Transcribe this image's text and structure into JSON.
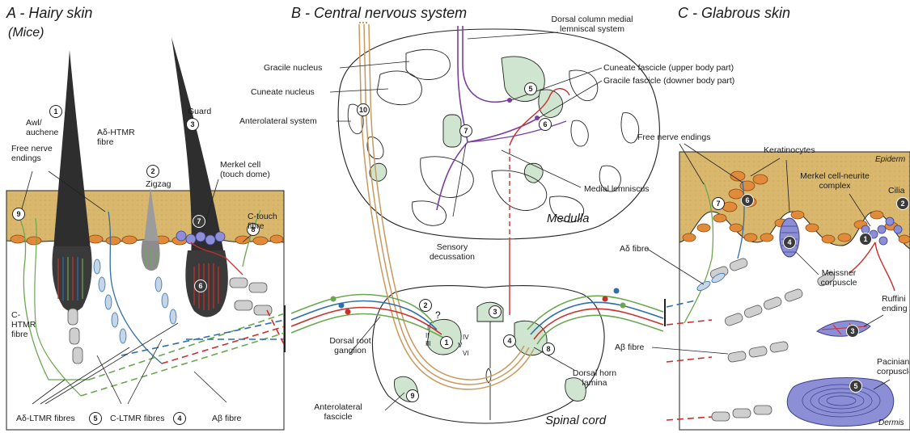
{
  "panels": {
    "a": {
      "title": "A - Hairy skin",
      "subtitle": "(Mice)"
    },
    "b": {
      "title": "B - Central nervous system"
    },
    "c": {
      "title": "C - Glabrous skin"
    }
  },
  "hairy_skin": {
    "awl_label": "Awl/ auchene",
    "awl_num": "1",
    "zigzag_label": "Zigzag",
    "zigzag_num": "2",
    "guard_label": "Guard",
    "guard_num": "3",
    "free_nerve_label": "Free nerve endings",
    "free_nerve_num": "9",
    "adelta_htmr_label": "Aδ-HTMR fibre",
    "merkel_label": "Merkel cell (touch dome)",
    "merkel_num": "7",
    "ctouch_label": "C-touch fibre",
    "ctouch_num": "8",
    "guard_bulb_num": "6",
    "chtmr_label": "C-HTMR fibre",
    "adelta_ltmr_label": "Aδ-LTMR fibres",
    "adelta_ltmr_num": "5",
    "cltmr_label": "C-LTMR fibres",
    "cltmr_num": "4",
    "abeta_label": "Aβ fibre"
  },
  "cns": {
    "gracile_nucleus": "Gracile nucleus",
    "cuneate_nucleus": "Cuneate nucleus",
    "anterolateral_system": "Anterolateral system",
    "anterolateral_num": "10",
    "dorsal_column": "Dorsal column medial lemniscal system",
    "cuneate_fascicle": "Cuneate fascicle (upper body part)",
    "gracile_fascicle": "Gracile fascicle (downer body part)",
    "num5": "5",
    "num6": "6",
    "num7": "7",
    "medial_lemniscus": "Medial lemniscus",
    "medulla": "Medulla",
    "sensory_decussation": "Sensory decussation",
    "dorsal_root_ganglion": "Dorsal root ganglion",
    "num2": "2",
    "question": "?",
    "num3": "3",
    "num1": "1",
    "num4": "4",
    "num8": "8",
    "num9": "9",
    "laminae": [
      "I",
      "II",
      "III",
      "IV",
      "V",
      "VI"
    ],
    "dorsal_horn_lamina": "Dorsal horn lamina",
    "anterolateral_fascicle": "Anterolateral fascicle",
    "spinal_cord": "Spinal cord"
  },
  "glabrous_skin": {
    "epidermis": "Epiderm",
    "dermis": "Dermis",
    "free_nerve_label": "Free nerve endings",
    "keratinocytes": "Keratinocytes",
    "merkel_complex": "Merkel cell-neurite complex",
    "cilia": "Cilia",
    "num7": "7",
    "num6": "6",
    "num4": "4",
    "num1": "1",
    "num2": "2",
    "num3": "3",
    "num5": "5",
    "adelta_fibre": "Aδ fibre",
    "meissner": "Meissner corpuscle",
    "ruffini": "Ruffini ending",
    "abeta_fibre": "Aβ fibre",
    "pacinian": "Pacinian corpuscle"
  },
  "colors": {
    "skin": "#d9b86e",
    "keratinocyte": "#e08a3a",
    "hair": "#2e2e2e",
    "red_fibre": "#c9302c",
    "blue_fibre": "#2f6ea8",
    "green_fibre": "#6aa84f",
    "purple_tract": "#7a3fa0",
    "tan_tract": "#c89a5e",
    "grey_matter": "#cfe5cf",
    "corpuscle": "#8d8fd6"
  }
}
